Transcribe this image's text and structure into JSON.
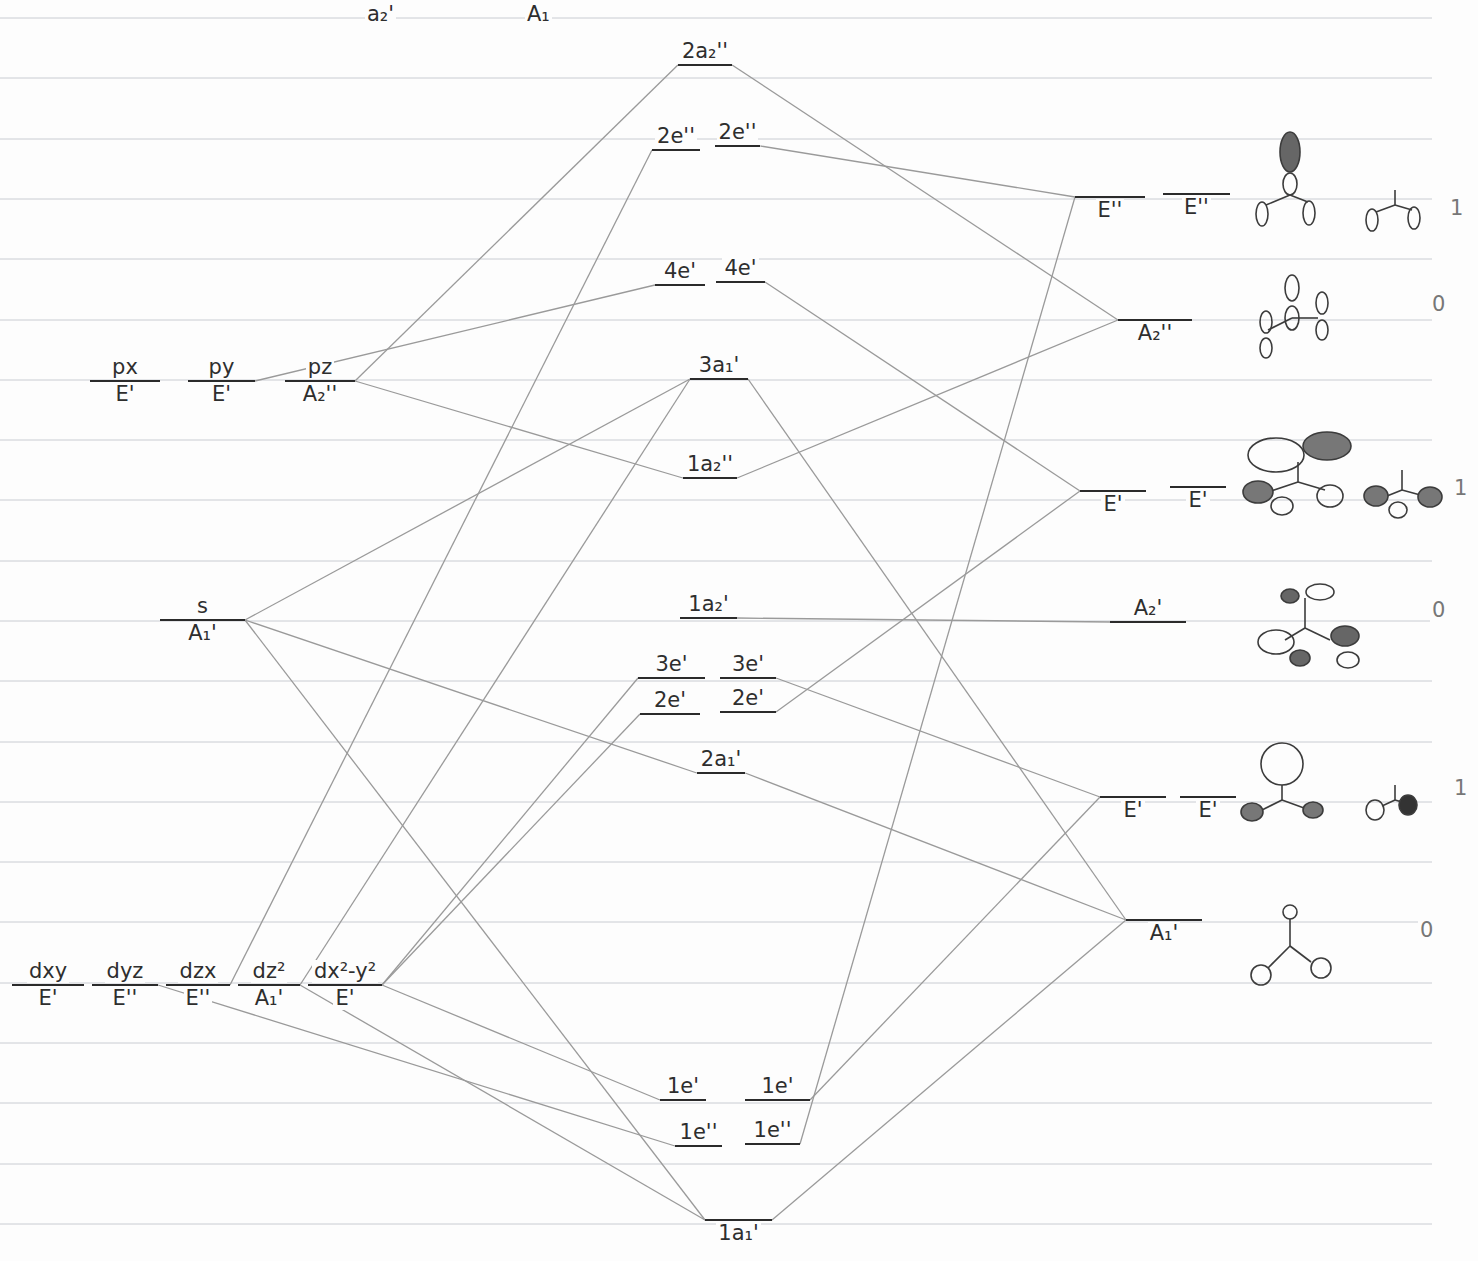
{
  "diagram": {
    "nodes": [
      {
        "text": [
          "px",
          "E'"
        ]
      },
      {
        "text": [
          "py",
          "E'"
        ]
      },
      {
        "text": [
          "pz",
          "A₂''"
        ]
      },
      {
        "text": [
          "s",
          "A₁'"
        ]
      },
      {
        "text": [
          "dxy",
          "E'"
        ]
      },
      {
        "text": [
          "dyz",
          "E''"
        ]
      },
      {
        "text": [
          "dzx",
          "E''"
        ]
      },
      {
        "text": [
          "dz²",
          "A₁'"
        ]
      },
      {
        "text": [
          "dx²-y²",
          "E'"
        ]
      },
      {
        "text": [
          "2a₂''"
        ]
      },
      {
        "text": [
          "2e''"
        ]
      },
      {
        "text": [
          "2e''"
        ]
      },
      {
        "text": [
          "4e'"
        ]
      },
      {
        "text": [
          "4e'"
        ]
      },
      {
        "text": [
          "3a₁'"
        ]
      },
      {
        "text": [
          "1a₂''"
        ]
      },
      {
        "text": [
          "1a₂'"
        ]
      },
      {
        "text": [
          "3e'"
        ]
      },
      {
        "text": [
          "3e'"
        ]
      },
      {
        "text": [
          "2e'"
        ]
      },
      {
        "text": [
          "2e'"
        ]
      },
      {
        "text": [
          "2a₁'"
        ]
      },
      {
        "text": [
          "1e'"
        ]
      },
      {
        "text": [
          "1e'"
        ]
      },
      {
        "text": [
          "1e''"
        ]
      },
      {
        "text": [
          "1e''"
        ]
      },
      {
        "text": [
          "1a₁'"
        ]
      },
      {
        "text": [
          "E''"
        ]
      },
      {
        "text": [
          "E''"
        ]
      },
      {
        "text": [
          "A₂''"
        ]
      },
      {
        "text": [
          "E'"
        ]
      },
      {
        "text": [
          "E'"
        ]
      },
      {
        "text": [
          "A₂'"
        ]
      },
      {
        "text": [
          "E'"
        ]
      },
      {
        "text": [
          "E'"
        ]
      },
      {
        "text": [
          "A₁'"
        ]
      }
    ],
    "edges": [
      {
        "from": 2,
        "to": 9,
        "arrow": "none"
      },
      {
        "from": 9,
        "to": 29,
        "arrow": "none"
      },
      {
        "from": 11,
        "to": 27,
        "arrow": "none"
      },
      {
        "from": 6,
        "to": 10,
        "arrow": "none"
      },
      {
        "from": 1,
        "to": 12,
        "arrow": "none"
      },
      {
        "from": 13,
        "to": 30,
        "arrow": "none"
      },
      {
        "from": 3,
        "to": 14,
        "arrow": "none"
      },
      {
        "from": 7,
        "to": 14,
        "arrow": "none"
      },
      {
        "from": 14,
        "to": 35,
        "arrow": "none"
      },
      {
        "from": 2,
        "to": 15,
        "arrow": "none"
      },
      {
        "from": 15,
        "to": 29,
        "arrow": "none"
      },
      {
        "from": 16,
        "to": 32,
        "arrow": "none"
      },
      {
        "from": 18,
        "to": 33,
        "arrow": "none"
      },
      {
        "from": 8,
        "to": 17,
        "arrow": "none"
      },
      {
        "from": 20,
        "to": 30,
        "arrow": "none"
      },
      {
        "from": 8,
        "to": 19,
        "arrow": "none"
      },
      {
        "from": 3,
        "to": 21,
        "arrow": "none"
      },
      {
        "from": 21,
        "to": 35,
        "arrow": "none"
      },
      {
        "from": 3,
        "to": 26,
        "arrow": "none"
      },
      {
        "from": 26,
        "to": 35,
        "arrow": "none"
      },
      {
        "from": 23,
        "to": 33,
        "arrow": "none"
      },
      {
        "from": 25,
        "to": 27,
        "arrow": "none"
      },
      {
        "from": 8,
        "to": 22,
        "arrow": "none"
      },
      {
        "from": 5,
        "to": 24,
        "arrow": "none"
      },
      {
        "from": 7,
        "to": 26,
        "arrow": "none"
      }
    ],
    "labels": [
      "a₂'",
      "A₁",
      "1",
      "0",
      "1",
      "0",
      "1",
      "0"
    ]
  }
}
